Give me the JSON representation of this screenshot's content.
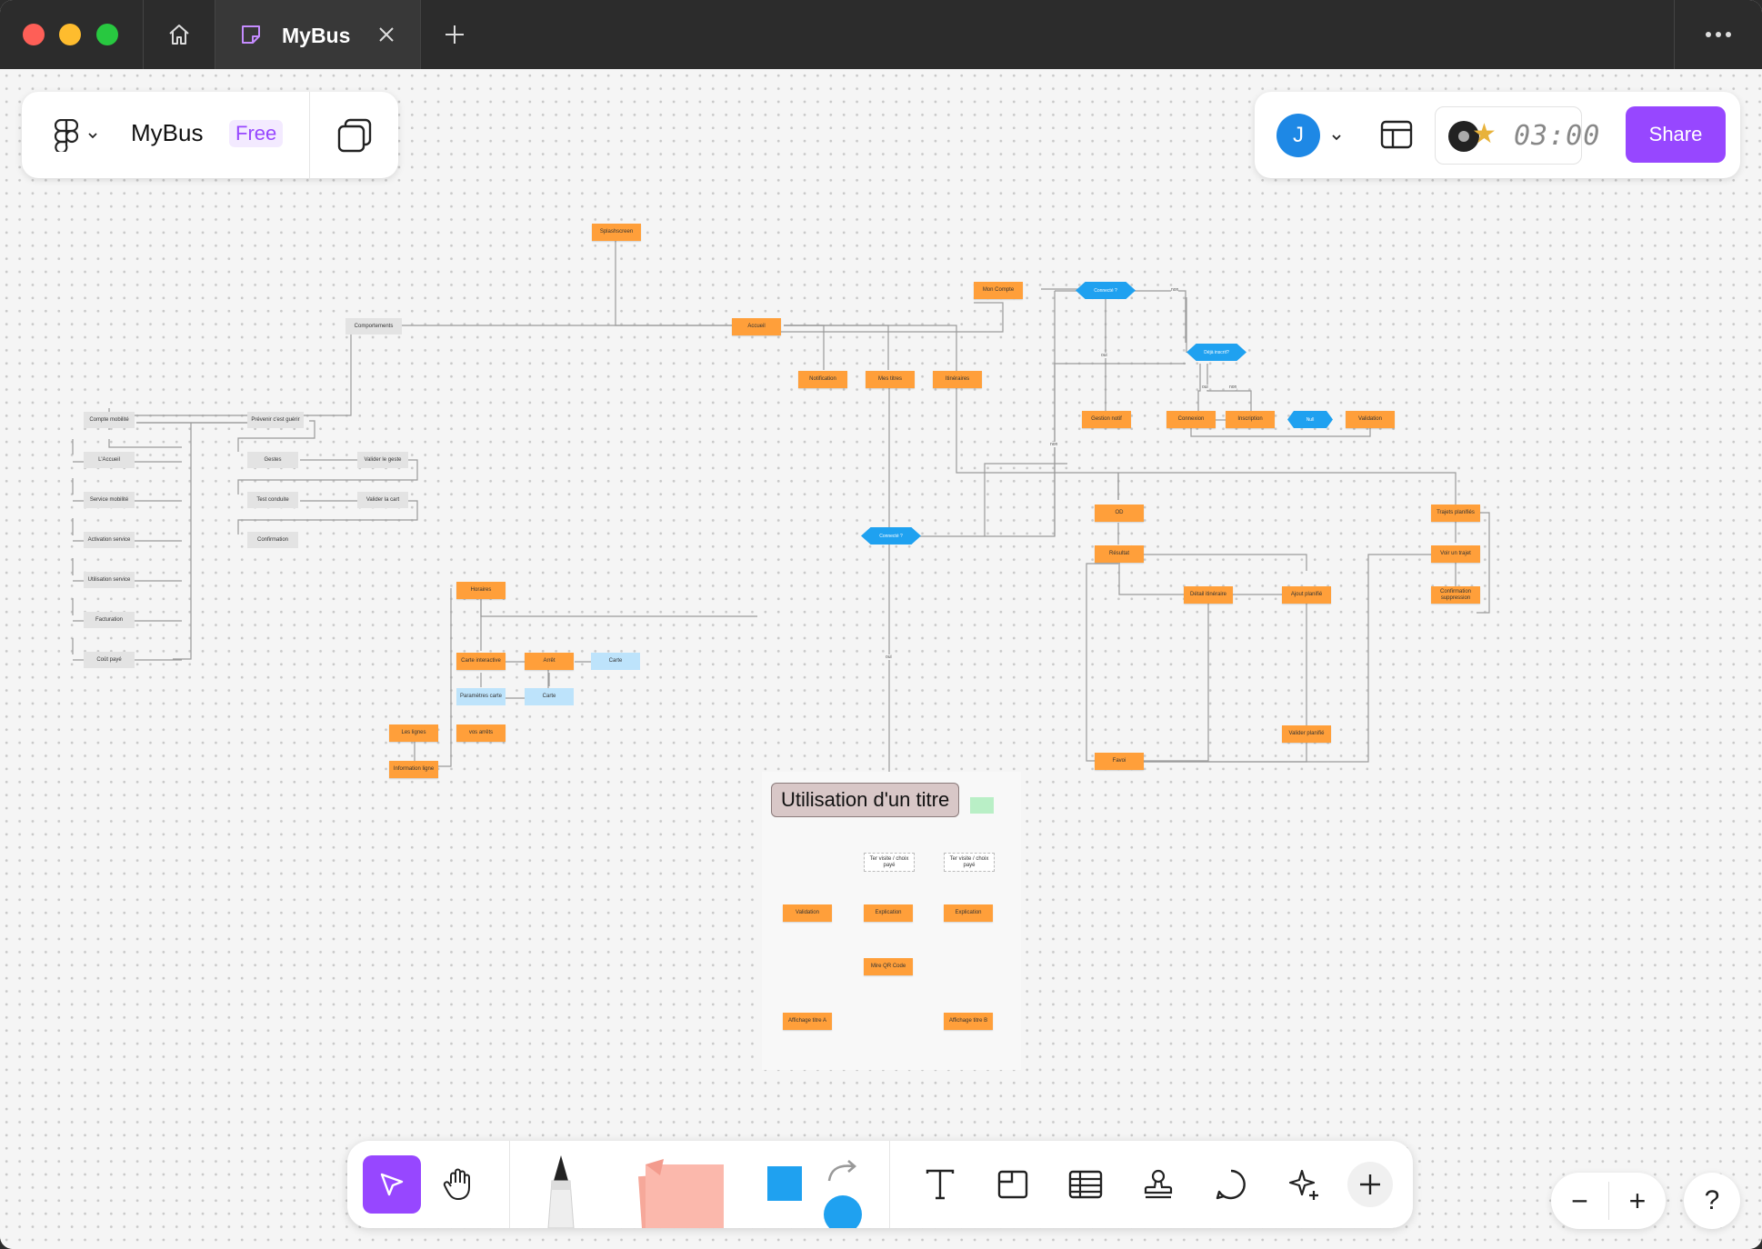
{
  "titlebar": {
    "tab_title": "MyBus",
    "icons": [
      "home-icon",
      "board-file-icon",
      "close-icon",
      "new-tab-icon",
      "more-icon"
    ]
  },
  "header": {
    "file_name": "MyBus",
    "plan_badge": "Free",
    "avatar_initial": "J",
    "timer": "03:00",
    "share_label": "Share"
  },
  "board": {
    "section_title": "Utilisation d'un titre",
    "nodes": {
      "splash": "Splashscreen",
      "accueil": "Accueil",
      "comportements": "Comportements",
      "mon_compte": "Mon Compte",
      "notification": "Notification",
      "mes_titres": "Mes titres",
      "itineraires": "Itinéraires",
      "compte_mobilite": "Compte mobilité",
      "l_accueil": "L'Accueil",
      "service_mobilite": "Service mobilité",
      "activation_service": "Activation service",
      "utilisation_service": "Utilisation service",
      "facturation": "Facturation",
      "cout_paye": "Coût payé",
      "prevenir": "Prévenir c'est guérir",
      "gestes": "Gestes",
      "test_conduite": "Test conduite",
      "confirmation": "Confirmation",
      "valider_geste": "Valider le geste",
      "valider_carte": "Valider la cart",
      "gestion_notif": "Gestion notif",
      "connexion": "Connexion",
      "inscription": "Inscription",
      "null": "Null",
      "validation": "Validation",
      "od": "OD",
      "resultat": "Résultat",
      "detail_itineraire": "Détail itinéraire",
      "ajout_planifie": "Ajout planifié",
      "favoi": "Favoi",
      "valider_planifie": "Valider planifié",
      "trajets_planifies": "Trajets planifiés",
      "voir_trajet": "Voir un trajet",
      "confirmation_suppression": "Confirmation suppression",
      "horaires": "Horaires",
      "carte_interactive": "Carte interactive",
      "arret": "Arrêt",
      "carte1": "Carte",
      "parametres_carte": "Paramètres carte",
      "carte2": "Carte",
      "les_lignes": "Les lignes",
      "vos_arrets": "vos arrêts",
      "information_ligne": "Information ligne",
      "validation2": "Validation",
      "explication1": "Explication",
      "explication2": "Explication",
      "mire_qr": "Mire QR Code",
      "affichage_a": "Affichage titre A",
      "affichage_b": "Affichage titre B",
      "ter1": "Ter visite / choix payé",
      "ter2": "Ter visite / choix payé",
      "green": ""
    },
    "diamonds": {
      "connecte1": "Connecté ?",
      "connecte2": "Connecté ?",
      "inscrit": "Déjà inscrit?"
    },
    "edge_labels": {
      "non1": "non",
      "oui1": "oui",
      "oui2": "oui",
      "non2": "non",
      "non3": "non",
      "oui3": "oui"
    }
  },
  "toolbar": {
    "icons": [
      "move-icon",
      "hand-icon",
      "pen-icon",
      "sticky-note-icon",
      "shape-icon",
      "connector-icon",
      "text-icon",
      "section-icon",
      "table-icon",
      "stamp-icon",
      "comment-icon",
      "ai-sparkle-icon",
      "add-icon"
    ]
  },
  "zoom": {
    "minus": "−",
    "plus": "+"
  },
  "help": "?",
  "colors": {
    "accent": "#9747ff",
    "sticky": "#ff9f3a",
    "diamond": "#1fa1f0",
    "avatar": "#1e88e5"
  }
}
